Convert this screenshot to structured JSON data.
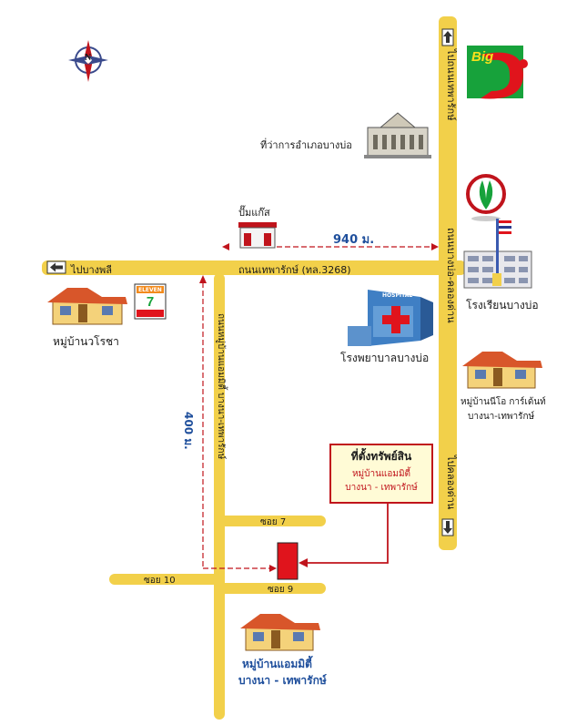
{
  "roads": {
    "main_horizontal": "ถนนเทพารักษ์ (ทล.3268)",
    "main_vertical": "ถนนบางบ่อ-คลองด่าน",
    "side_vertical": "ถนนหมู่บ้านแอมมิตี้ บางนา-เทพารักษ์",
    "soi_7": "ซอย 7",
    "soi_9": "ซอย 9",
    "soi_10": "ซอย 10"
  },
  "directions": {
    "to_bang_phli": "ไปบางพลี",
    "to_thepharak": "ไปถนนเทพารักษ์",
    "to_khlong_dan": "ไปคลองด่าน"
  },
  "distances": {
    "horizontal": "940 ม.",
    "vertical": "400 ม."
  },
  "landmarks": {
    "gas_station": "ปั๊มแก๊ส",
    "district_office": "ที่ว่าการอำเภอบางบ่อ",
    "hospital": "โรงพยาบาลบางบ่อ",
    "school": "โรงเรียนบางบ่อ",
    "village_worracha": "หมู่บ้านวโรชา",
    "village_neo_line1": "หมู่บ้านนีโอ การ์เด้นท์",
    "village_neo_line2": "บางนา-เทพารักษ์",
    "village_amity_line1": "หมู่บ้านแอมมิตี้",
    "village_amity_line2": "บางนา - เทพารักษ์",
    "hospital_sign": "HOSPITAL",
    "seven_eleven_text": "ELEVEN"
  },
  "property": {
    "title": "ที่ตั้งทรัพย์สิน",
    "line1": "หมู่บ้านแอมมิตี้",
    "line2": "บางนา - เทพารักษ์"
  },
  "brands": {
    "big_c": "Big",
    "compass_north": "N"
  },
  "colors": {
    "road": "#f2d04a",
    "dash": "#c0141c",
    "distance_text": "#1f4f9c",
    "property_marker": "#e0141c"
  },
  "icons": [
    "compass-icon",
    "big-c-logo",
    "kbank-logo",
    "seven-eleven-logo",
    "house-icon",
    "hospital-icon",
    "government-building-icon",
    "gas-station-icon",
    "school-icon",
    "flag-icon"
  ]
}
